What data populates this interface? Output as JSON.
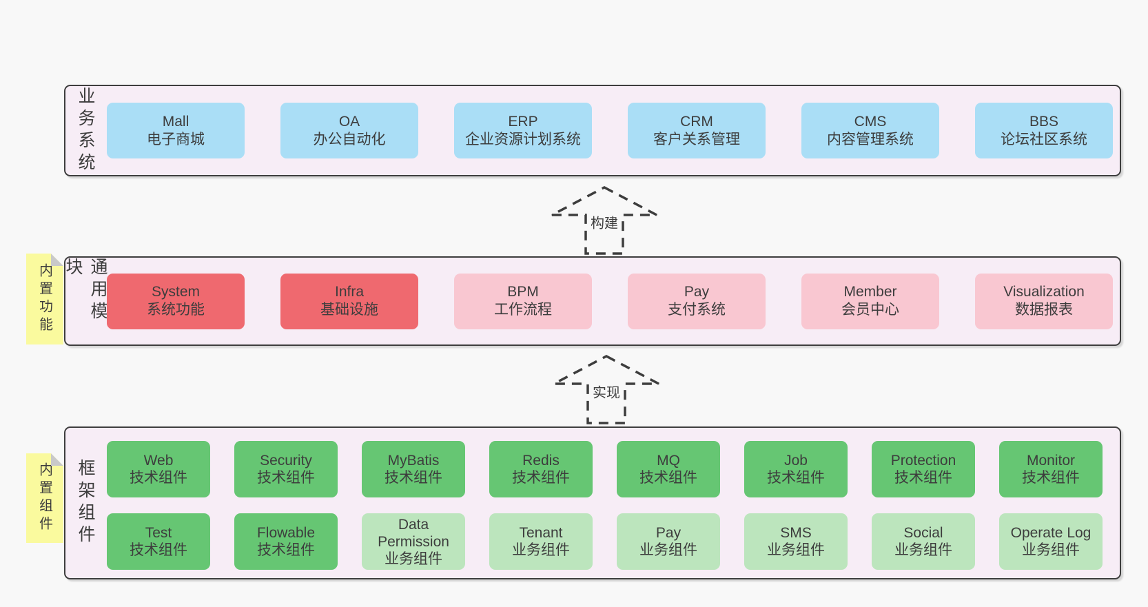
{
  "colors": {
    "blue": "#aadef6",
    "red": "#ef696f",
    "pink": "#f9c7d1",
    "green": "#66c673",
    "lightgreen": "#bce5bd",
    "container_fill": "#f7edf6",
    "container_border": "#3e3e3e",
    "sticky_yellow": "#fafa9e",
    "sticky_fold": "#c9c9c9",
    "page_background": "#f8f8f8",
    "text": "#3d3d3d"
  },
  "arrows": [
    {
      "label": "构建"
    },
    {
      "label": "实现"
    }
  ],
  "layers": [
    {
      "side_label": "业务系统",
      "boxes": [
        {
          "en": "Mall",
          "zh": "电子商城"
        },
        {
          "en": "OA",
          "zh": "办公自动化"
        },
        {
          "en": "ERP",
          "zh": "企业资源计划系统"
        },
        {
          "en": "CRM",
          "zh": "客户关系管理"
        },
        {
          "en": "CMS",
          "zh": "内容管理系统"
        },
        {
          "en": "BBS",
          "zh": "论坛社区系统"
        }
      ]
    },
    {
      "side_label": "通用模块",
      "sticky": "内置功能",
      "boxes": [
        {
          "en": "System",
          "zh": "系统功能"
        },
        {
          "en": "Infra",
          "zh": "基础设施"
        },
        {
          "en": "BPM",
          "zh": "工作流程"
        },
        {
          "en": "Pay",
          "zh": "支付系统"
        },
        {
          "en": "Member",
          "zh": "会员中心"
        },
        {
          "en": "Visualization",
          "zh": "数据报表"
        }
      ]
    },
    {
      "side_label": "框架组件",
      "sticky": "内置组件",
      "rows": [
        [
          {
            "en": "Web",
            "zh": "技术组件"
          },
          {
            "en": "Security",
            "zh": "技术组件"
          },
          {
            "en": "MyBatis",
            "zh": "技术组件"
          },
          {
            "en": "Redis",
            "zh": "技术组件"
          },
          {
            "en": "MQ",
            "zh": "技术组件"
          },
          {
            "en": "Job",
            "zh": "技术组件"
          },
          {
            "en": "Protection",
            "zh": "技术组件"
          },
          {
            "en": "Monitor",
            "zh": "技术组件"
          }
        ],
        [
          {
            "en": "Test",
            "zh": "技术组件"
          },
          {
            "en": "Flowable",
            "zh": "技术组件"
          },
          {
            "en": "Data Permission",
            "zh": "业务组件"
          },
          {
            "en": "Tenant",
            "zh": "业务组件"
          },
          {
            "en": "Pay",
            "zh": "业务组件"
          },
          {
            "en": "SMS",
            "zh": "业务组件"
          },
          {
            "en": "Social",
            "zh": "业务组件"
          },
          {
            "en": "Operate Log",
            "zh": "业务组件"
          }
        ]
      ]
    }
  ]
}
